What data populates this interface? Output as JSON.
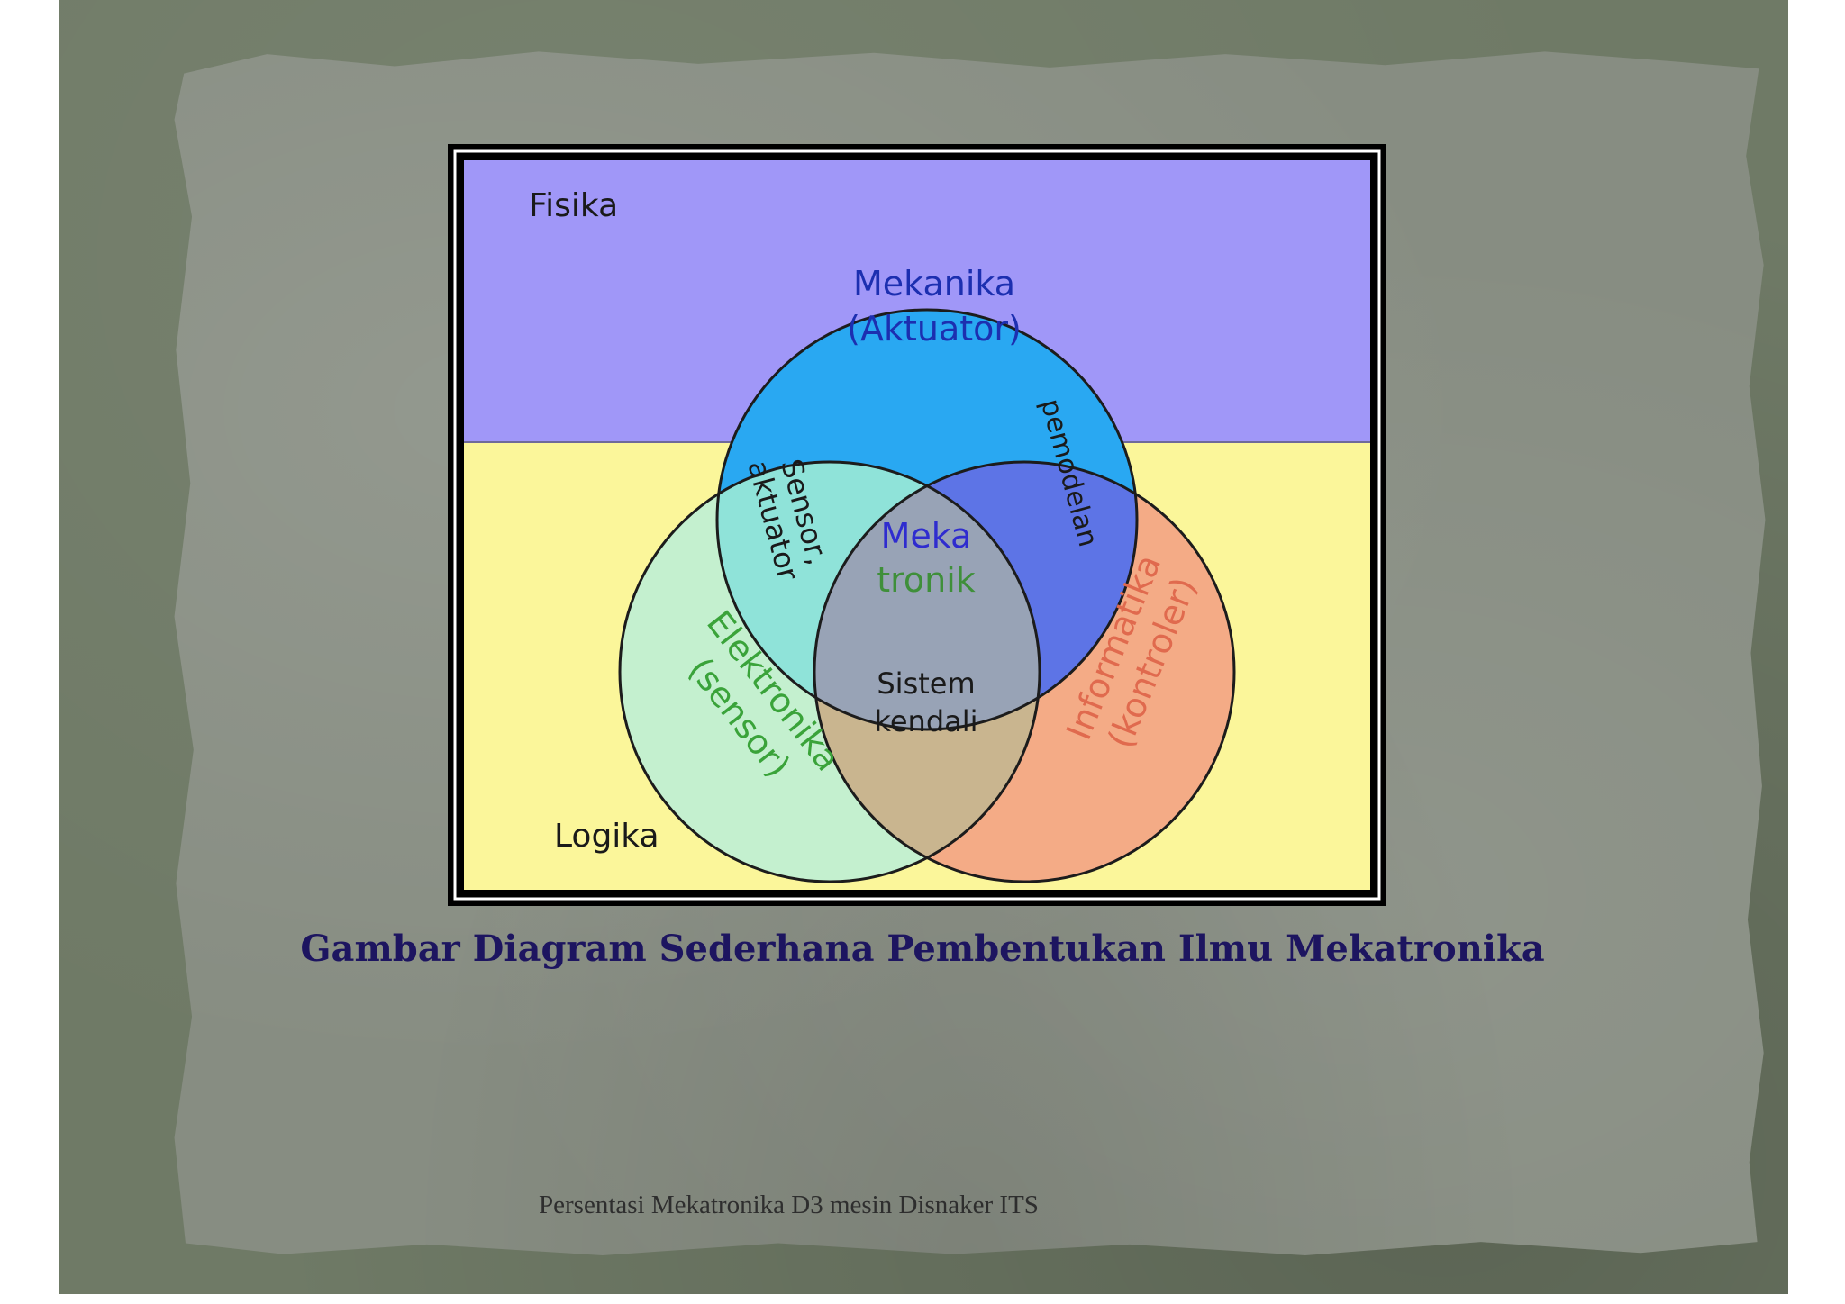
{
  "diagram": {
    "region_top": "Fisika",
    "region_bottom": "Logika",
    "mekanika": {
      "line1": "Mekanika",
      "line2": "(Aktuator)"
    },
    "elektronika": {
      "line1": "Elektronika",
      "line2": "(sensor)"
    },
    "informatika": {
      "line1": "Informatika",
      "line2": "(kontroler)"
    },
    "sensor_aktuator": {
      "line1": "Sensor,",
      "line2": "aktuator"
    },
    "pemodelan": "pemodelan",
    "center": {
      "line1": "Meka",
      "line2": "tronik"
    },
    "sistem_kendali": {
      "line1": "Sistem",
      "line2": "kendali"
    },
    "colors": {
      "top_region": "#a097f8",
      "bottom_region": "#fbf69a",
      "mekanika": "#29a8f2",
      "elektronika": "#c4f0cf",
      "informatika": "#f4ab86",
      "meka_text": "#2f2ccf",
      "tronik_text": "#3f8f3a",
      "elektronika_text": "#3aa33a",
      "informatika_text": "#e06a4e",
      "mekanika_text": "#1c2fb0"
    }
  },
  "caption": "Gambar Diagram Sederhana  Pembentukan Ilmu Mekatronika",
  "footer": "Persentasi Mekatronika D3 mesin Disnaker ITS"
}
